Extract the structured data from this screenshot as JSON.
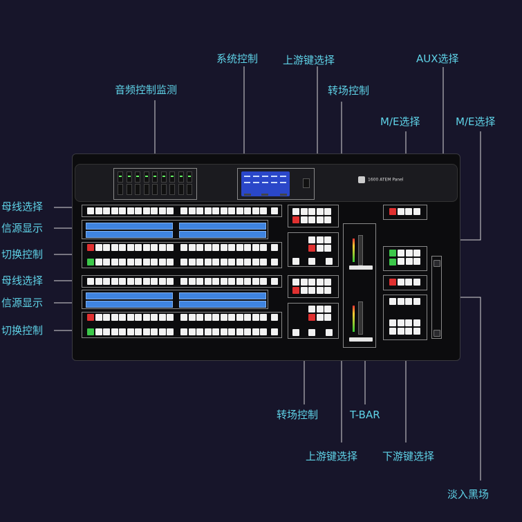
{
  "labels": {
    "audio_monitor": "音频控制监测",
    "system_control": "系统控制",
    "upstream_key_top": "上游键选择",
    "transition_control_top": "转场控制",
    "aux_select": "AUX选择",
    "me_select_1": "M/E选择",
    "me_select_2": "M/E选择",
    "bus_select_1": "母线选择",
    "source_display_1": "信源显示",
    "switch_control_1": "切换控制",
    "bus_select_2": "母线选择",
    "source_display_2": "信源显示",
    "switch_control_2": "切换控制",
    "transition_control_bottom": "转场控制",
    "tbar": "T-BAR",
    "upstream_key_bottom": "上游键选择",
    "downstream_key": "下游键选择",
    "fade_to_black": "淡入黑场"
  },
  "panel": {
    "model": "1600 ATEM Panel",
    "brand_logo": "logo-icon"
  },
  "colors": {
    "background": "#17152a",
    "callout_text": "#5fd3e8",
    "lcd": "#2a47c9",
    "source_display": "#3f84e0",
    "button_red": "#e03030",
    "button_green": "#3cc84a"
  }
}
